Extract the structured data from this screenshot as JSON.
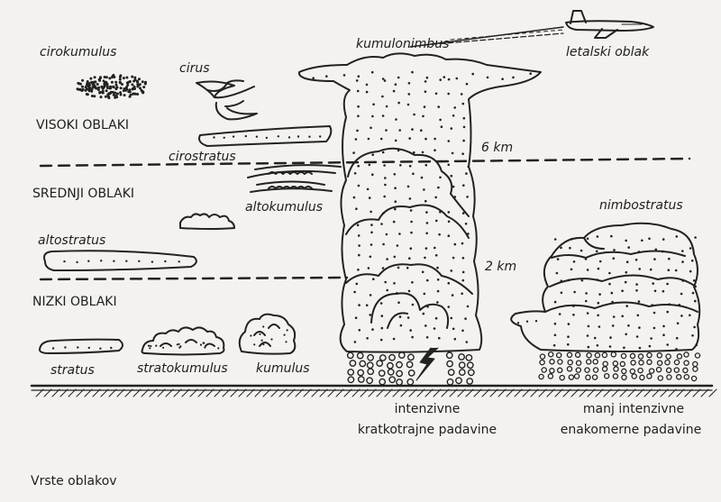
{
  "labels": {
    "cirokumulus": "cirokumulus",
    "cirus": "cirus",
    "kumulonimbus": "kumulonimbus",
    "letalski_oblak": "letalski oblak",
    "visoki_oblaki": "VISOKI OBLAKI",
    "cirostratus": "cirostratus",
    "six_km": "6 km",
    "srednji_oblaki": "SREDNJI OBLAKI",
    "altokumulus": "altokumulus",
    "nimbostratus": "nimbostratus",
    "altostratus": "altostratus",
    "two_km": "2 km",
    "nizki_oblaki": "NIZKI OBLAKI",
    "stratus": "stratus",
    "stratokumulus": "stratokumulus",
    "kumulus": "kumulus",
    "precip_left_1": "intenzivne",
    "precip_left_2": "kratkotrajne padavine",
    "precip_right_1": "manj intenzivne",
    "precip_right_2": "enakomerne padavine",
    "caption": "Vrste oblakov"
  },
  "colors": {
    "background": "#f4f2ef",
    "ink": "#222222"
  },
  "icons": [
    "airplane-icon",
    "lightning-icon"
  ]
}
